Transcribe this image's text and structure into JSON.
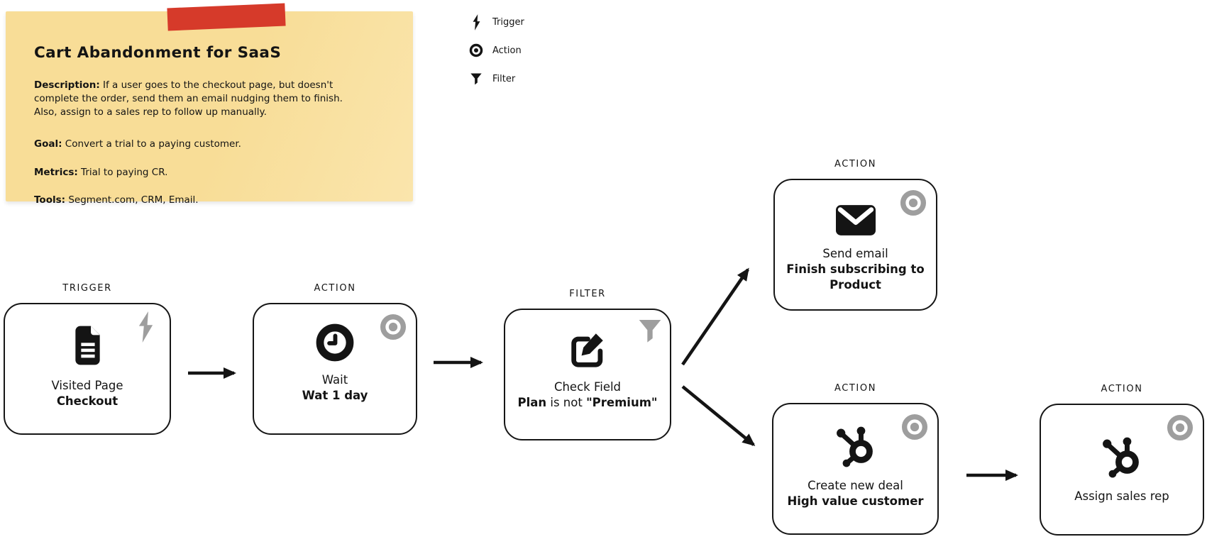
{
  "colors": {
    "background": "#ffffff",
    "note_yellow": "#f8dd97",
    "tape_red": "#d63a2a",
    "ink": "#141414",
    "badge_gray": "#9e9e9e"
  },
  "note": {
    "title": "Cart Abandonment for SaaS",
    "description_label": "Description:",
    "description_text_1": " If a user goes to the checkout page, but doesn't complete the order, send them an email nudging them to finish.",
    "description_text_2": "Also, assign to a sales rep to follow up manually.",
    "goal_label": "Goal:",
    "goal_text": " Convert a trial to a paying customer.",
    "metrics_label": "Metrics:",
    "metrics_text": " Trial to paying CR.",
    "tools_label": "Tools:",
    "tools_text": " Segment.com, CRM, Email."
  },
  "legend": {
    "items": [
      {
        "icon": "lightning-icon",
        "label": "Trigger"
      },
      {
        "icon": "target-icon",
        "label": "Action"
      },
      {
        "icon": "funnel-icon",
        "label": "Filter"
      }
    ]
  },
  "nodes": [
    {
      "id": "visited-page",
      "type_label": "TRIGGER",
      "icon": "document-icon",
      "badge": "lightning-badge-icon",
      "title": "Visited Page",
      "subtitle": "Checkout"
    },
    {
      "id": "wait",
      "type_label": "ACTION",
      "icon": "clock-icon",
      "badge": "target-badge-icon",
      "title": "Wait",
      "subtitle": "Wat 1 day"
    },
    {
      "id": "check-field",
      "type_label": "FILTER",
      "icon": "edit-icon",
      "badge": "funnel-badge-icon",
      "title": "Check Field",
      "subtitle_bold_1": "Plan",
      "subtitle_regular": " is not ",
      "subtitle_bold_2": "\"Premium\""
    },
    {
      "id": "send-email",
      "type_label": "ACTION",
      "icon": "envelope-icon",
      "badge": "target-badge-icon",
      "title": "Send email",
      "subtitle": "Finish subscribing to Product"
    },
    {
      "id": "create-new-deal",
      "type_label": "ACTION",
      "icon": "hubspot-icon",
      "badge": "target-badge-icon",
      "title": "Create new deal",
      "subtitle": "High value customer"
    },
    {
      "id": "assign-sales-rep",
      "type_label": "ACTION",
      "icon": "hubspot-icon",
      "badge": "target-badge-icon",
      "title": "Assign sales rep"
    }
  ],
  "edges": [
    {
      "from": "visited-page",
      "to": "wait"
    },
    {
      "from": "wait",
      "to": "check-field"
    },
    {
      "from": "check-field",
      "to": "send-email"
    },
    {
      "from": "check-field",
      "to": "create-new-deal"
    },
    {
      "from": "create-new-deal",
      "to": "assign-sales-rep"
    }
  ]
}
